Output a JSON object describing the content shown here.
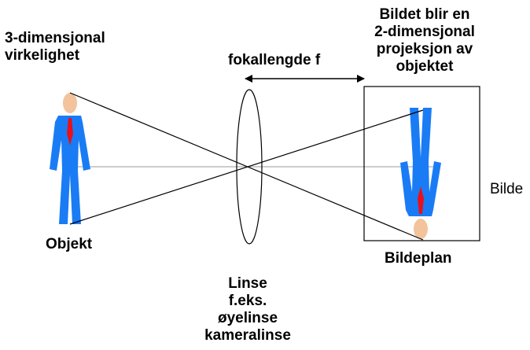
{
  "labels": {
    "reality": "3-dimensjonal\nvirkelighet",
    "focal_length": "fokallengde f",
    "projection": "Bildet blir en\n2-dimensjonal\nprojeksjon av\nobjektet",
    "object": "Objekt",
    "image": "Bilde",
    "image_plane": "Bildeplan",
    "lens": "Linse\nf.eks.\nøyelinse\nkameralinse"
  },
  "colors": {
    "suit": "#1a7cf5",
    "tie": "#e8101a",
    "skin": "#f3c39c",
    "lines": "#000000",
    "axis": "#9a9a9a"
  }
}
